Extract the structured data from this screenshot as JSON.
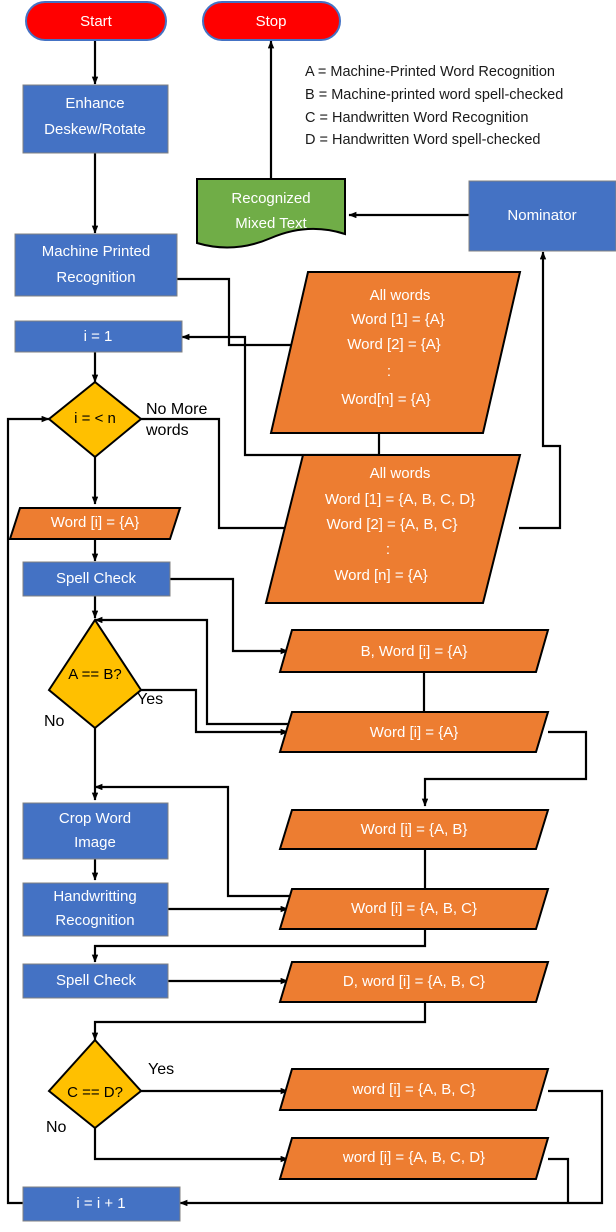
{
  "diagram": {
    "title": "Mixed machine-printed and handwritten word recognition flowchart",
    "colors": {
      "process_blue": "#4472C4",
      "terminator_red": "#FF0000",
      "document_green": "#70AD47",
      "data_orange": "#ED7D31",
      "decision_yellow": "#FFC000",
      "connector_black": "#000000"
    }
  },
  "legend": {
    "lines": [
      "A = Machine-Printed Word Recognition",
      "B = Machine-printed word spell-checked",
      "C = Handwritten Word Recognition",
      "D = Handwritten Word spell-checked"
    ]
  },
  "nodes": {
    "start": {
      "label": "Start",
      "type": "terminator"
    },
    "stop": {
      "label": "Stop",
      "type": "terminator"
    },
    "enhance": {
      "line1": "Enhance",
      "line2": "Deskew/Rotate",
      "type": "process"
    },
    "machine_printed_recognition": {
      "line1": "Machine Printed",
      "line2": "Recognition",
      "type": "process"
    },
    "recognized_mixed_text": {
      "line1": "Recognized",
      "line2": "Mixed Text",
      "type": "document"
    },
    "nominator": {
      "label": "Nominator",
      "type": "process"
    },
    "i_init": {
      "label": "i = 1",
      "type": "process"
    },
    "decision_i_lt_n": {
      "label": "i = < n",
      "type": "decision"
    },
    "word_i_a": {
      "label": "Word [i] = {A}",
      "type": "data"
    },
    "spell_check_1": {
      "label": "Spell Check",
      "type": "process"
    },
    "decision_a_eq_b": {
      "label": "A == B?",
      "type": "decision"
    },
    "b_word_i_a": {
      "label": "B, Word [i] = {A}",
      "type": "data"
    },
    "word_i_a_2": {
      "label": "Word [i] = {A}",
      "type": "data"
    },
    "crop_word_image": {
      "line1": "Crop Word",
      "line2": "Image",
      "type": "process"
    },
    "handwriting_recognition": {
      "line1": "Handwritting",
      "line2": "Recognition",
      "type": "process"
    },
    "spell_check_2": {
      "label": "Spell Check",
      "type": "process"
    },
    "word_i_ab": {
      "label": "Word [i] = {A, B}",
      "type": "data"
    },
    "word_i_abc": {
      "label": "Word [i] = {A, B, C}",
      "type": "data"
    },
    "d_word_i_abc": {
      "label": "D, word [i] = {A, B, C}",
      "type": "data"
    },
    "decision_c_eq_d": {
      "label": "C == D?",
      "type": "decision"
    },
    "word_i_abc_low": {
      "label": "word [i] = {A, B, C}",
      "type": "data"
    },
    "word_i_abcd": {
      "label": "word [i] = {A, B, C, D}",
      "type": "data"
    },
    "i_increment": {
      "label": "i = i + 1",
      "type": "process"
    },
    "all_words_top": {
      "type": "data",
      "header": "All words",
      "rows": [
        "Word [1] = {A}",
        "Word [2] = {A}",
        ":",
        "Word[n] = {A}"
      ]
    },
    "all_words_bottom": {
      "type": "data",
      "header": "All words",
      "rows": [
        "Word [1] = {A, B, C, D}",
        "Word [2] = {A, B, C}",
        ":",
        "Word [n] = {A}"
      ]
    }
  },
  "edge_labels": {
    "no_more_words_l1": "No More",
    "no_more_words_l2": "words",
    "yes_1": "Yes",
    "no_1": "No",
    "yes_2": "Yes",
    "no_2": "No"
  }
}
